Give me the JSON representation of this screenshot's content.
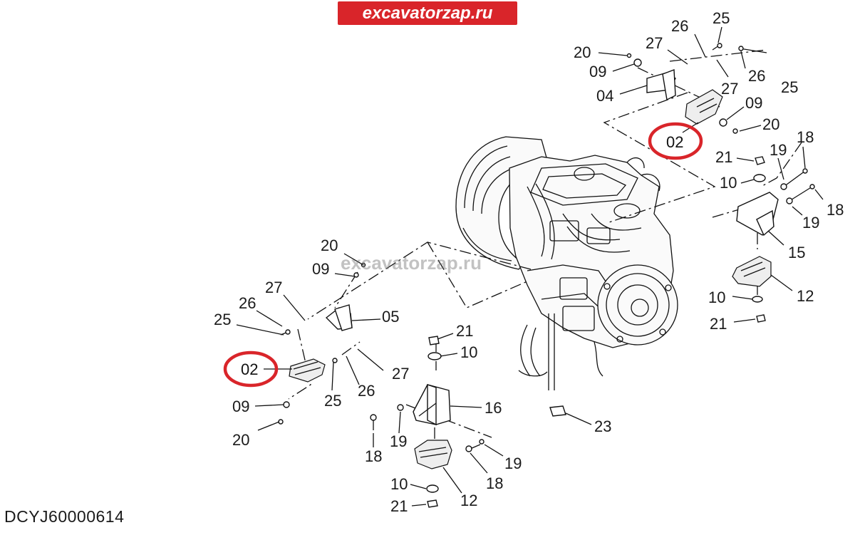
{
  "banner": {
    "text": "excavatorzap.ru",
    "color": "#d9252a"
  },
  "watermark": {
    "text": "excavatorzap.ru"
  },
  "drawing_code": "DCYJ60000614",
  "highlight_color": "#d9252a",
  "labels": {
    "tr_20": "20",
    "tr_09": "09",
    "tr_04": "04",
    "tr_27a": "27",
    "tr_26a": "26",
    "tr_25a": "25",
    "tr_26b": "26",
    "tr_27b": "27",
    "tr_25b": "25",
    "tr_09b": "09",
    "tr_20b": "20",
    "tr_02": "02",
    "r_21": "21",
    "r_19a": "19",
    "r_18a": "18",
    "r_10": "10",
    "r_18b": "18",
    "r_19b": "19",
    "r_15": "15",
    "r_12": "12",
    "r_10b": "10",
    "r_21b": "21",
    "l_20": "20",
    "l_09": "09",
    "l_27": "27",
    "l_26": "26",
    "l_25": "25",
    "l_05": "05",
    "l_02": "02",
    "l_25b": "25",
    "l_26b": "26",
    "l_27b": "27",
    "l_09b": "09",
    "l_20b": "20",
    "b_21": "21",
    "b_10": "10",
    "b_16": "16",
    "b_19a": "19",
    "b_18a": "18",
    "b_19b": "19",
    "b_18b": "18",
    "b_12": "12",
    "b_10b": "10",
    "b_21b": "21",
    "b_23": "23"
  },
  "icons": {
    "engine": "engine-assembly-icon",
    "mount": "engine-mount-bracket-icon",
    "cushion": "rubber-cushion-icon",
    "bolt": "bolt-icon",
    "nut": "nut-icon",
    "washer": "washer-icon"
  }
}
